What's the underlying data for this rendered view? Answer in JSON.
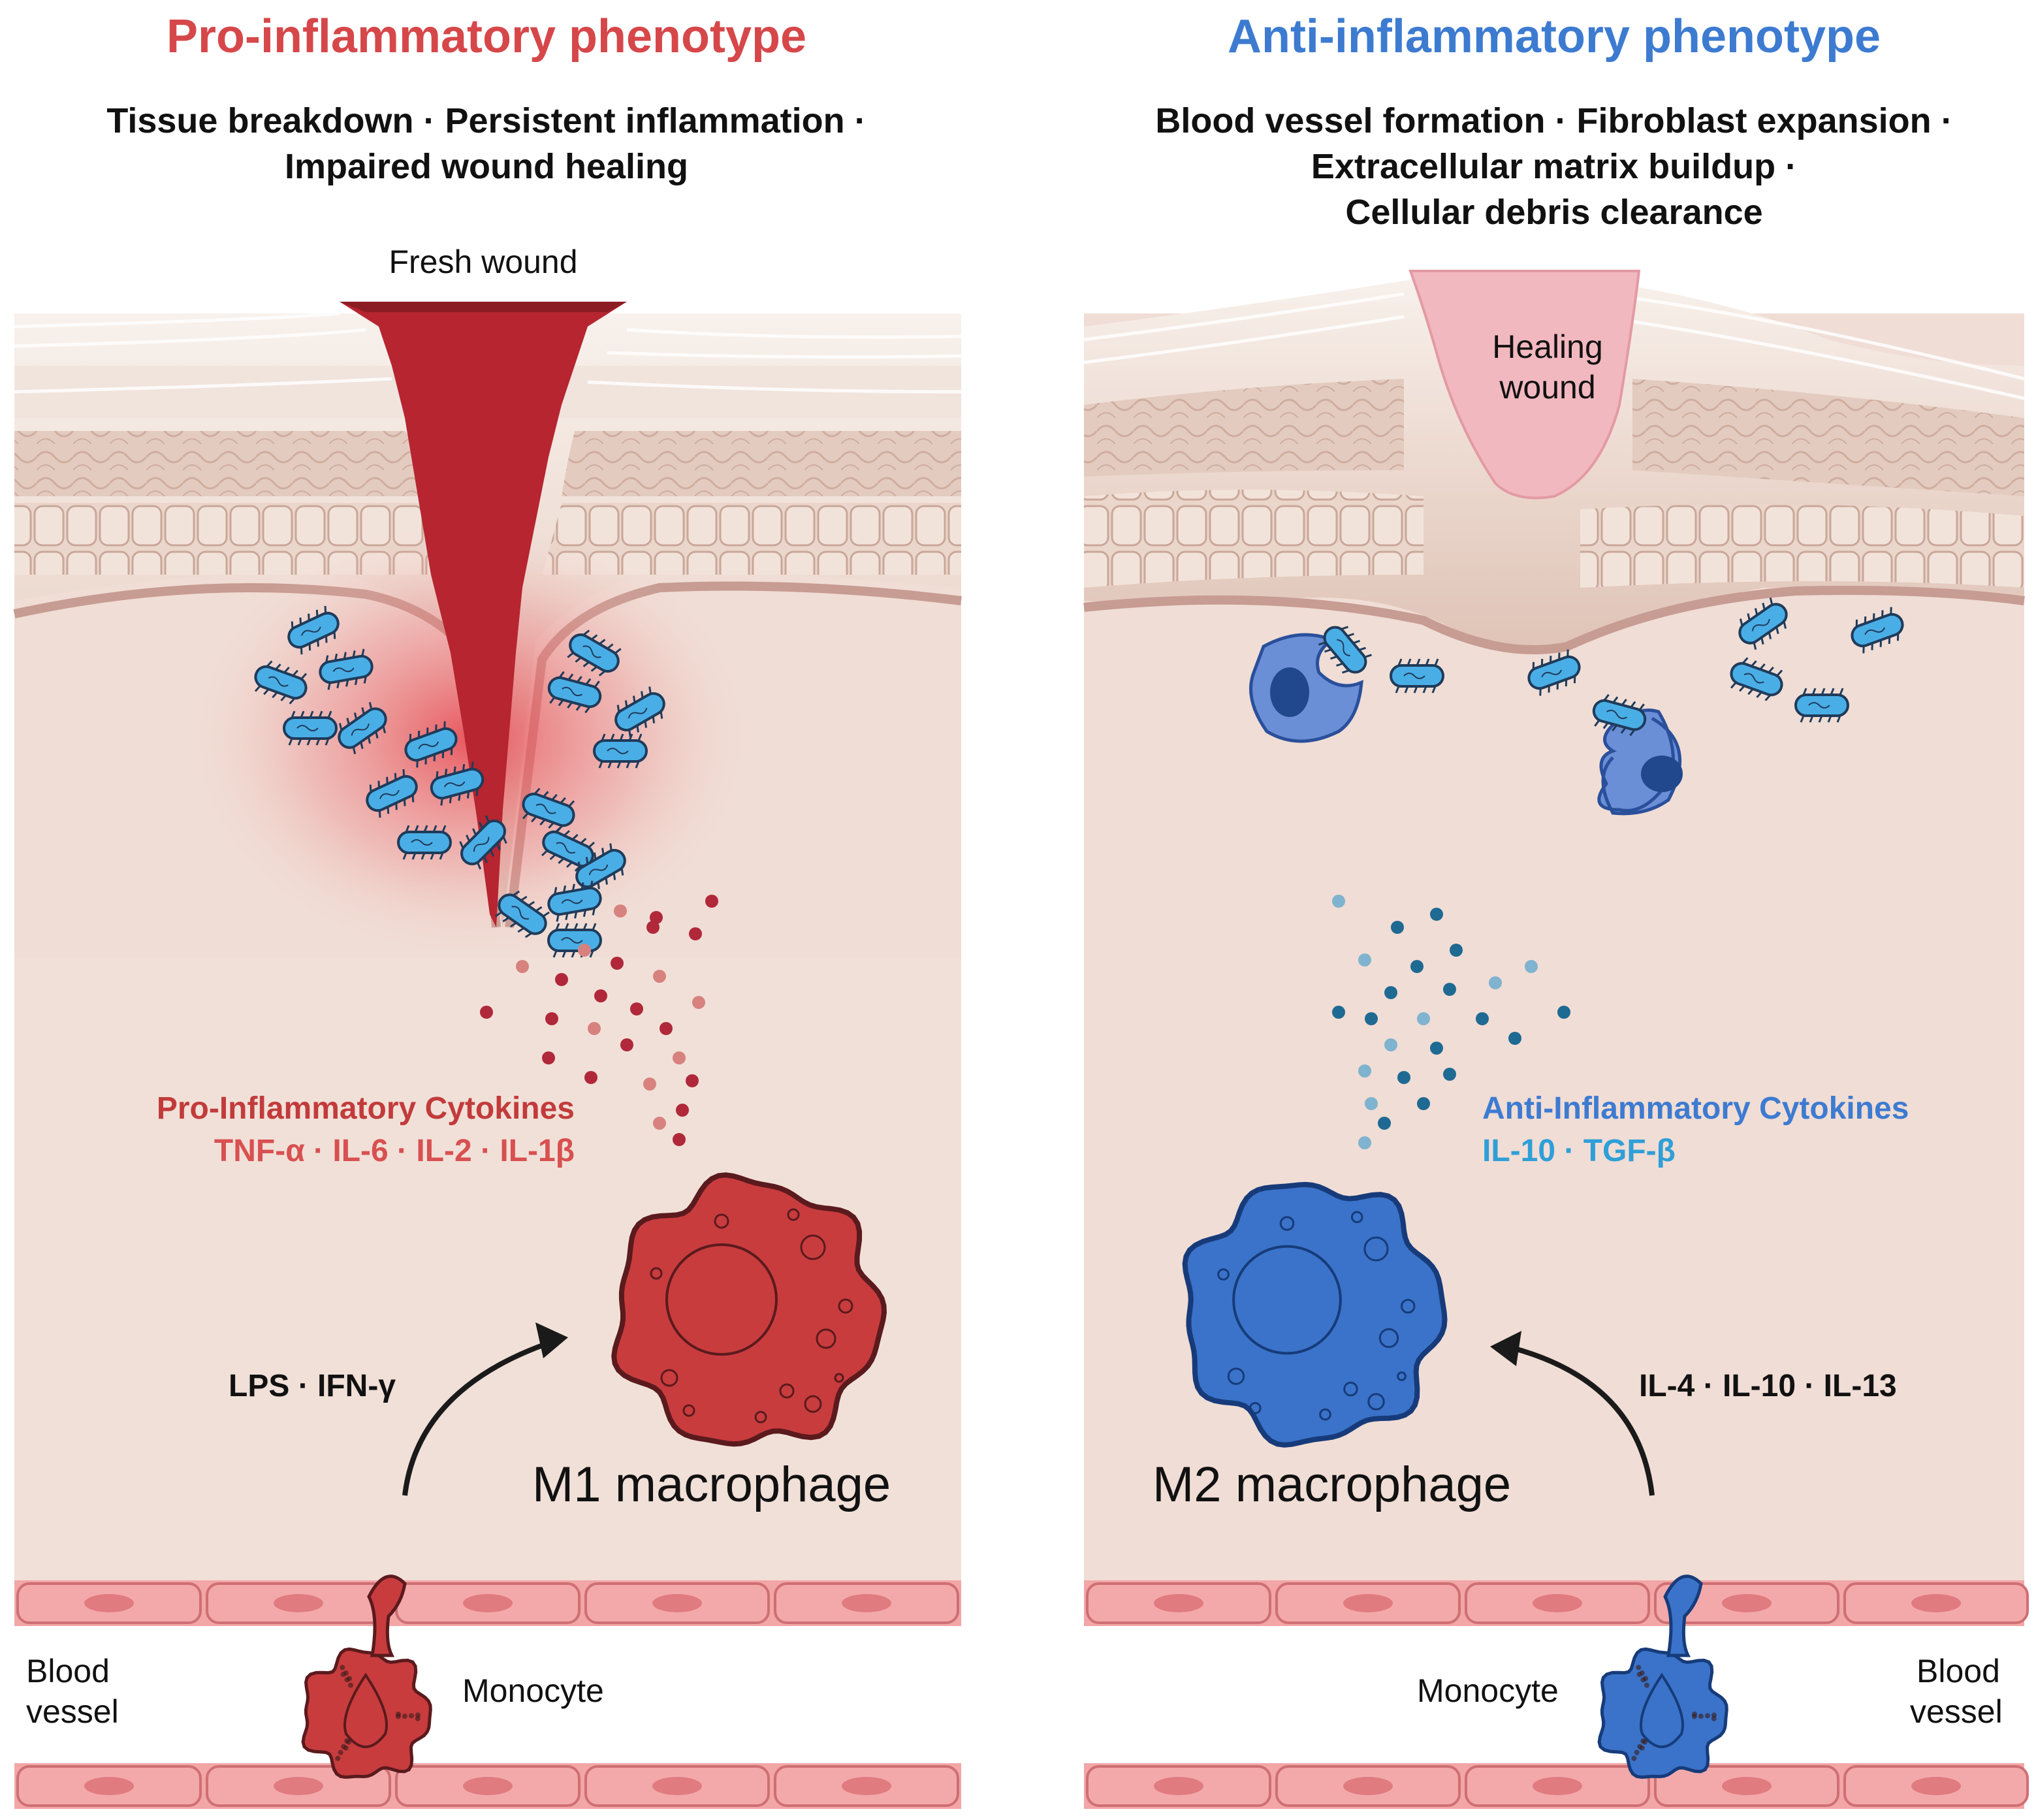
{
  "left_panel": {
    "title": "Pro-inflammatory phenotype",
    "title_color": "#d6474a",
    "effects": [
      "Tissue breakdown · Persistent inflammation ·",
      "Impaired wound healing"
    ],
    "wound_label": "Fresh wound",
    "cytokines_label": "Pro-Inflammatory Cytokines",
    "cytokines_list": "TNF-α · IL-6 · IL-2 · IL-1β",
    "cytokine_color": "#c23b3b",
    "stimuli": "LPS · IFN-γ",
    "macrophage_label": "M1 macrophage",
    "monocyte_label": "Monocyte",
    "vessel_label": [
      "Blood",
      "vessel"
    ],
    "cell_color": "#c83c3e"
  },
  "right_panel": {
    "title": "Anti-inflammatory phenotype",
    "title_color": "#3d7bd1",
    "effects": [
      "Blood vessel formation · Fibroblast expansion ·",
      "Extracellular matrix buildup ·",
      "Cellular debris clearance"
    ],
    "wound_label": [
      "Healing",
      "wound"
    ],
    "cytokines_label": "Anti-Inflammatory Cytokines",
    "cytokines_list": "IL-10 · TGF-β",
    "cytokine_color": "#2f8fc9",
    "stimuli": "IL-4 · IL-10 · IL-13",
    "macrophage_label": "M2 macrophage",
    "monocyte_label": "Monocyte",
    "vessel_label": [
      "Blood",
      "vessel"
    ],
    "cell_color": "#3a73c9"
  }
}
